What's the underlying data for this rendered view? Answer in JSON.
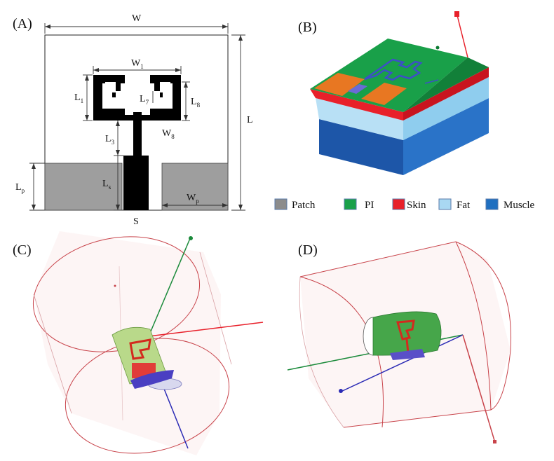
{
  "panels": {
    "a": "(A)",
    "b": "(B)",
    "c": "(C)",
    "d": "(D)"
  },
  "dimensions": {
    "w": "W",
    "l": "L",
    "s": "S",
    "w1": {
      "main": "W",
      "sub": "1"
    },
    "l1": {
      "main": "L",
      "sub": "1"
    },
    "l7": {
      "main": "L",
      "sub": "7"
    },
    "l8": {
      "main": "L",
      "sub": "8"
    },
    "l3": {
      "main": "L",
      "sub": "3"
    },
    "w8": {
      "main": "W",
      "sub": "8"
    },
    "lp": {
      "main": "L",
      "sub": "p"
    },
    "ls": {
      "main": "L",
      "sub": "s"
    },
    "wp": {
      "main": "W",
      "sub": "p"
    }
  },
  "legend": [
    {
      "label": "Patch",
      "color": "#8c8c8c"
    },
    {
      "label": "PI",
      "color": "#19a049"
    },
    {
      "label": "Skin",
      "color": "#e8202a"
    },
    {
      "label": "Fat",
      "color": "#a9d8f2"
    },
    {
      "label": "Muscle",
      "color": "#1f6fc0"
    }
  ],
  "colors": {
    "patch": "#8c8c8c",
    "pi": "#19a049",
    "skin": "#e8202a",
    "fat": "#a9d8f2",
    "muscle": "#1f6fc0",
    "ground": "#e87722",
    "cylinder": "#c8434a"
  }
}
